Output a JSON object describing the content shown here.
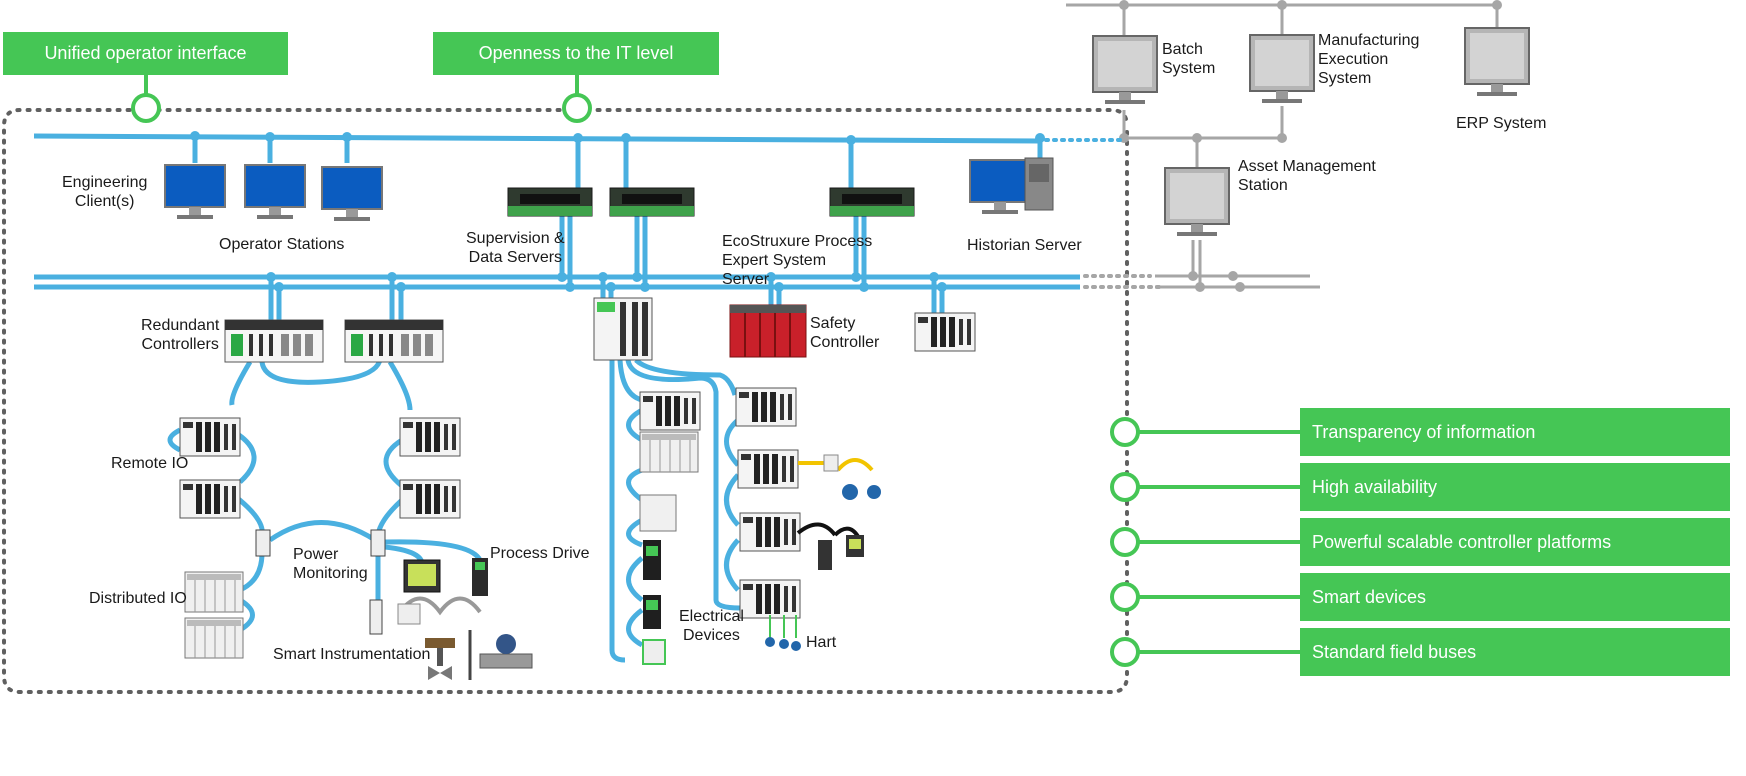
{
  "banners": {
    "unified_operator_interface": "Unified operator interface",
    "openness_it_level": "Openness to the IT level"
  },
  "features": [
    "Transparency of information",
    "High availability",
    "Powerful scalable controller platforms",
    "Smart devices",
    "Standard field buses"
  ],
  "enterprise": {
    "batch": "Batch\nSystem",
    "mes": "Manufacturing\nExecution\nSystem",
    "erp": "ERP System",
    "asset": "Asset Management\nStation"
  },
  "labels": {
    "engineering_clients": "Engineering\nClient(s)",
    "operator_stations": "Operator Stations",
    "supervision": "Supervision &\nData Servers",
    "expert_system": "EcoStruxure Process\nExpert System\nServer",
    "historian": "Historian Server",
    "redundant_controllers": "Redundant\nControllers",
    "safety_controller": "Safety\nController",
    "remote_io": "Remote IO",
    "distributed_io": "Distributed IO",
    "power_monitoring": "Power\nMonitoring",
    "process_drive": "Process Drive",
    "smart_instrumentation": "Smart Instrumentation",
    "electrical_devices": "Electrical\nDevices",
    "hart": "Hart"
  },
  "colors": {
    "network": "#4ab0e0",
    "accent_green": "#45c655",
    "enterprise_gray": "#a6a6a6",
    "monitor_blue": "#0b5cc0",
    "safety_red": "#c9202a"
  }
}
